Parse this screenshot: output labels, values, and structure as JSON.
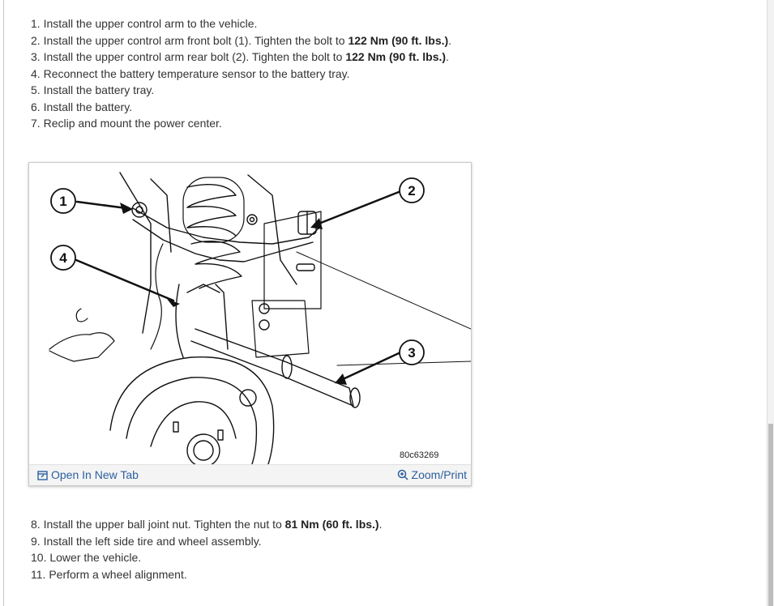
{
  "steps_top": [
    {
      "num": "1.",
      "text": "Install the upper control arm to the vehicle.",
      "bold": "",
      "tail": ""
    },
    {
      "num": "2.",
      "text": "Install the upper control arm front bolt (1). Tighten the bolt to ",
      "bold": "122 Nm (90 ft. lbs.)",
      "tail": "."
    },
    {
      "num": "3.",
      "text": "Install the upper control arm rear bolt (2). Tighten the bolt to ",
      "bold": "122 Nm (90 ft. lbs.)",
      "tail": "."
    },
    {
      "num": "4.",
      "text": "Reconnect the battery temperature sensor to the battery tray.",
      "bold": "",
      "tail": ""
    },
    {
      "num": "5.",
      "text": "Install the battery tray.",
      "bold": "",
      "tail": ""
    },
    {
      "num": "6.",
      "text": "Install the battery.",
      "bold": "",
      "tail": ""
    },
    {
      "num": "7.",
      "text": "Reclip and mount the power center.",
      "bold": "",
      "tail": ""
    }
  ],
  "figure": {
    "callouts": [
      "1",
      "2",
      "3",
      "4"
    ],
    "code": "80c63269",
    "open_tab_label": "Open In New Tab",
    "zoom_print_label": "Zoom/Print",
    "open_tab_icon": "open-new-tab-icon",
    "zoom_icon": "magnifier-plus-icon",
    "link_color": "#2b5f9e"
  },
  "steps_bottom": [
    {
      "num": "8.",
      "text": "Install the upper ball joint nut. Tighten the nut to ",
      "bold": "81 Nm (60 ft. lbs.)",
      "tail": "."
    },
    {
      "num": "9.",
      "text": "Install the left side tire and wheel assembly.",
      "bold": "",
      "tail": ""
    },
    {
      "num": "10.",
      "text": "Lower the vehicle.",
      "bold": "",
      "tail": ""
    },
    {
      "num": "11.",
      "text": "Perform a wheel alignment.",
      "bold": "",
      "tail": ""
    }
  ]
}
